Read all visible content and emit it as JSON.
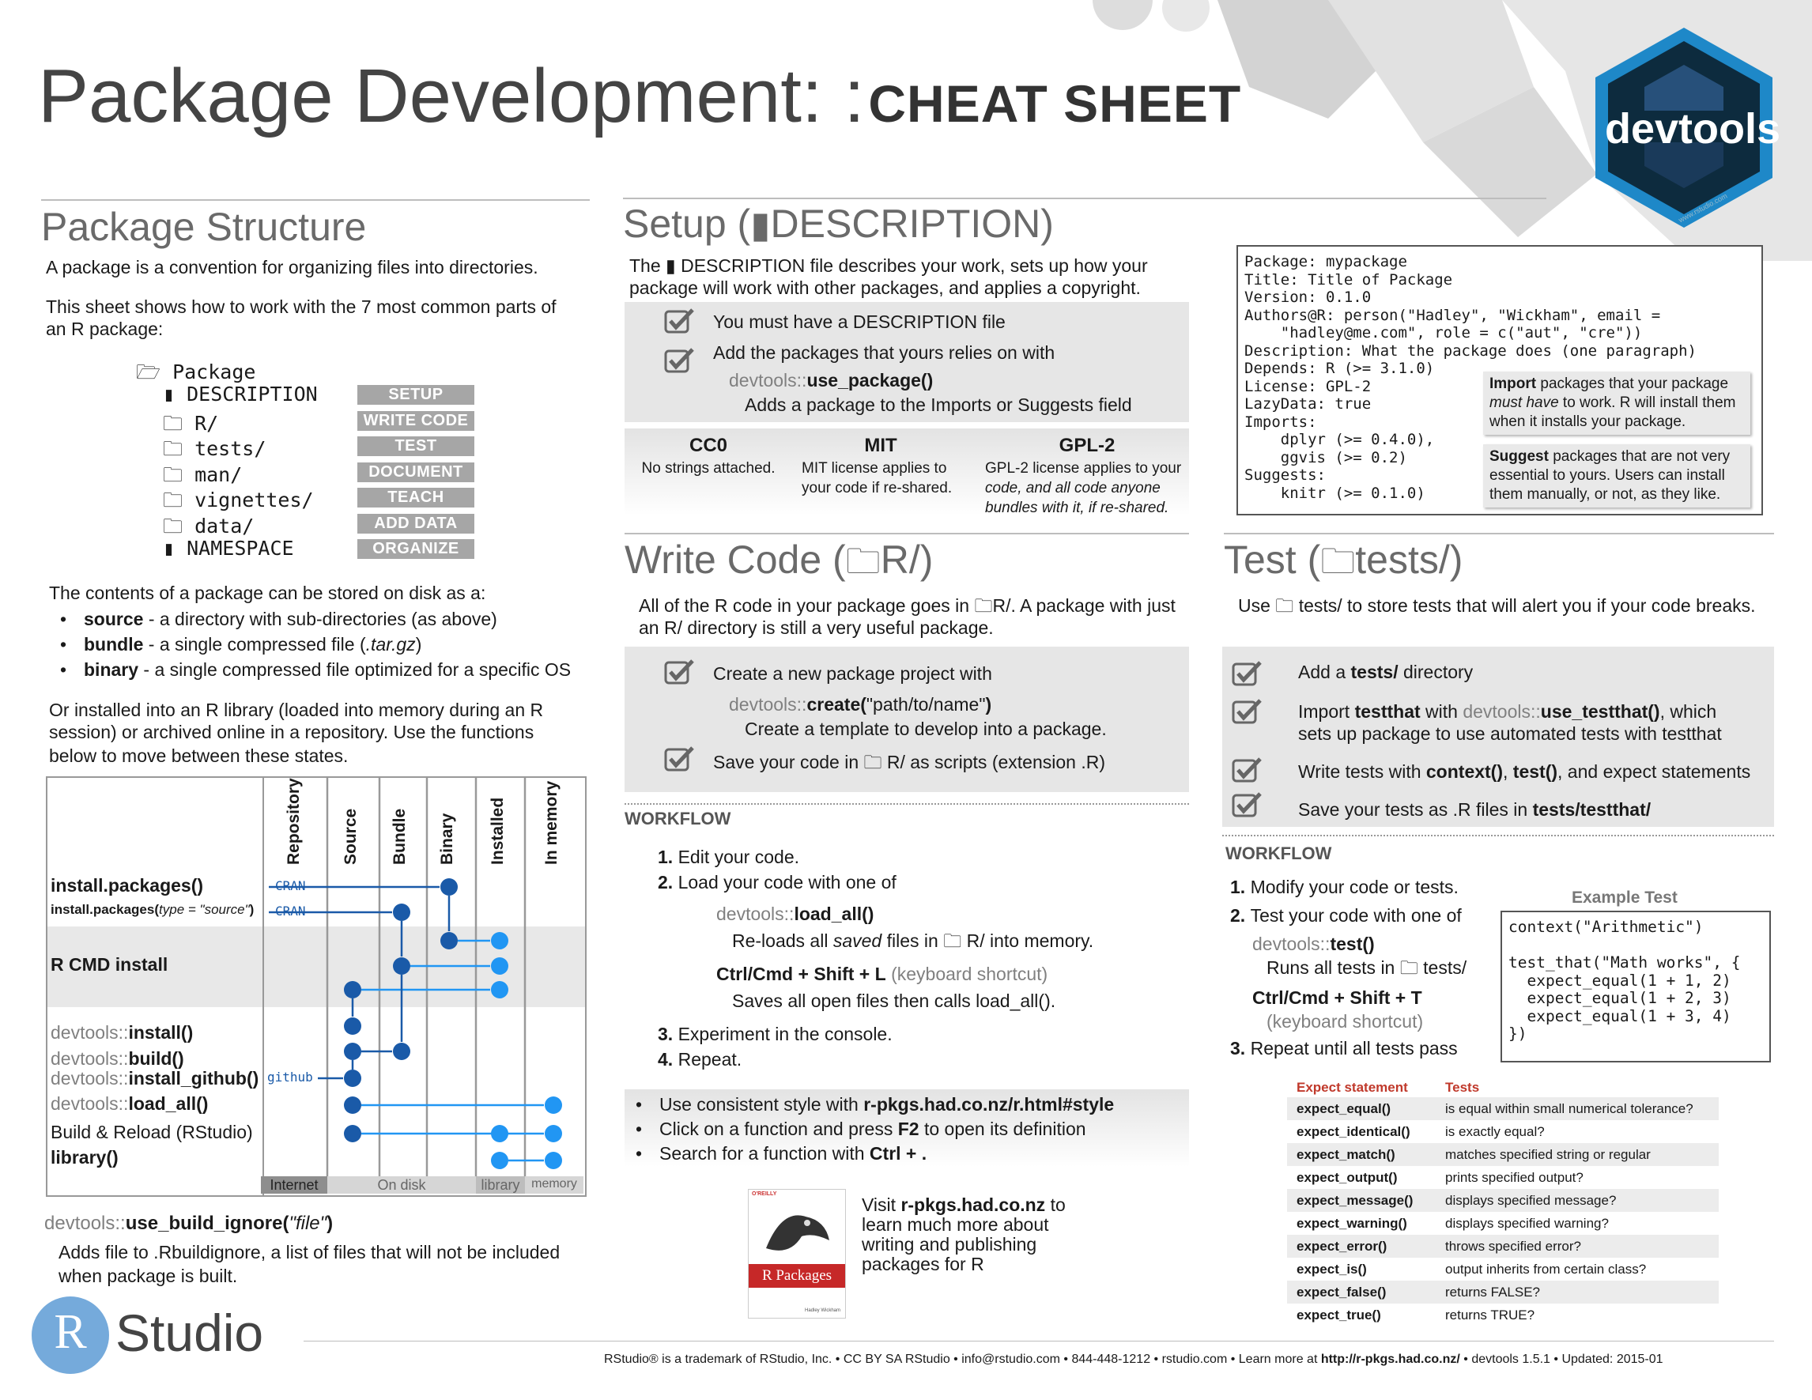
{
  "header": {
    "title_light": "Package Development: :",
    "title_bold": "CHEAT SHEET",
    "logo_text": "devtools",
    "logo_url": "www.rstudio.com"
  },
  "structure": {
    "title": "Package Structure",
    "p1": "A package is a convention for organizing files into directories.",
    "p2a": "This sheet shows how to work with the 7 most common parts of",
    "p2b": "an R package:",
    "tree_root": "Package",
    "tree": [
      {
        "name": "DESCRIPTION",
        "pill": "SETUP",
        "kind": "file"
      },
      {
        "name": "R/",
        "pill": "WRITE CODE",
        "kind": "folder"
      },
      {
        "name": "tests/",
        "pill": "TEST",
        "kind": "folder"
      },
      {
        "name": "man/",
        "pill": "DOCUMENT",
        "kind": "folder"
      },
      {
        "name": "vignettes/",
        "pill": "TEACH",
        "kind": "folder"
      },
      {
        "name": "data/",
        "pill": "ADD DATA",
        "kind": "folder"
      },
      {
        "name": "NAMESPACE",
        "pill": "ORGANIZE",
        "kind": "file"
      }
    ],
    "states_intro": "The contents of a package can be stored on disk as a:",
    "states": [
      {
        "term": "source",
        "desc": " - a directory with sub-directories (as above)"
      },
      {
        "term": "bundle",
        "desc": " - a single compressed file (",
        "ext": ".tar.gz",
        "end": ")"
      },
      {
        "term": "binary",
        "desc": " - a single compressed file optimized for a specific OS"
      }
    ],
    "p3a": "Or installed into an R library (loaded into memory during an R",
    "p3b": "session) or archived online in a repository. Use the functions",
    "p3c": "below to move between these states.",
    "cols": [
      "Repository",
      "Source",
      "Bundle",
      "Binary",
      "Installed",
      "In memory"
    ],
    "rows": [
      {
        "prefix": "",
        "fn": "install.packages()",
        "extra": ""
      },
      {
        "prefix": "",
        "fn": "install.packages(",
        "arg": "type",
        "eq": " = \"source\"",
        "close": ")"
      },
      {
        "prefix": "",
        "fn": "R CMD install"
      },
      {
        "prefix": "devtools::",
        "fn": "install()"
      },
      {
        "prefix": "devtools::",
        "fn": "build()"
      },
      {
        "prefix": "devtools::",
        "fn": "install_github()"
      },
      {
        "prefix": "devtools::",
        "fn": "load_all()"
      },
      {
        "prefix": "Build & Reload (RStudio)",
        "fn": ""
      },
      {
        "prefix": "",
        "fn": "library()"
      }
    ],
    "repo_labels": [
      "CRAN",
      "CRAN",
      "github"
    ],
    "footer_labels": [
      "Internet",
      "On disk",
      "library",
      "memory"
    ],
    "ignore_prefix": "devtools::",
    "ignore_fn": "use_build_ignore(",
    "ignore_arg": "\"file\"",
    "ignore_close": ")",
    "ignore_desc1": "Adds file to .Rbuildignore, a list of files that will not be included",
    "ignore_desc2": "when package is built."
  },
  "setup": {
    "title_a": "Setup (",
    "title_b": "DESCRIPTION)",
    "intro_a": "The",
    "intro_b": "DESCRIPTION file describes your work,  sets up how your",
    "intro_c": "package will work with other packages, and applies a copyright.",
    "check1": "You must have a DESCRIPTION file",
    "check2": "Add the packages that yours relies on with",
    "fn_prefix": "devtools::",
    "fn": "use_package()",
    "fn_desc": "Adds a package to the Imports or Suggests field",
    "licenses": [
      {
        "name": "CC0",
        "l1": "No strings attached.",
        "l2": "",
        "l3": ""
      },
      {
        "name": "MIT",
        "l1": "MIT license applies to",
        "l2": "your code if re-shared.",
        "l3": ""
      },
      {
        "name": "GPL-2",
        "l1": "GPL-2 license applies to your",
        "l2": "code, and all code anyone",
        "l3": "bundles with it, if re-shared."
      }
    ],
    "code": [
      "Package: mypackage",
      "Title: Title of Package",
      "Version: 0.1.0",
      "Authors@R: person(\"Hadley\", \"Wickham\", email =",
      "    \"hadley@me.com\", role = c(\"aut\", \"cre\"))",
      "Description: What the package does (one paragraph)",
      "Depends: R (>= 3.1.0)",
      "License: GPL-2",
      "LazyData: true",
      "Imports:",
      "    dplyr (>= 0.4.0),",
      "    ggvis (>= 0.2)",
      "Suggests:",
      "    knitr (>= 0.1.0)"
    ],
    "note1_b": "Import",
    "note1_a": " packages that your package",
    "note1_i": "must have",
    "note1_c": " to work. R will install them",
    "note1_d": "when it installs your package.",
    "note2_b": "Suggest",
    "note2_a": " packages that are not very",
    "note2_c": "essential to yours. Users can install",
    "note2_d": "them manually, or not, as they like."
  },
  "write": {
    "title_a": "Write Code (",
    "title_b": "R/)",
    "intro_a": "All of the R code in your package goes in",
    "intro_b": "R/. A package with just",
    "intro_c": "an R/ directory is still a very useful package.",
    "check1": "Create a new package project with",
    "fn_prefix": "devtools::",
    "fn": "create(",
    "fn_arg": "\"path/to/name\"",
    "fn_close": ")",
    "fn_desc": "Create a template to develop into a package.",
    "check2a": "Save your code in",
    "check2b": "R/ as scripts (extension .R)",
    "workflow": "WORKFLOW",
    "steps": [
      "Edit your code.",
      "Load your code with one of"
    ],
    "load_prefix": "devtools::",
    "load_fn": "load_all()",
    "load_desc_a": "Re-loads all ",
    "load_desc_i": "saved",
    "load_desc_b": " files in",
    "load_desc_c": "R/ into memory.",
    "shortcut": "Ctrl/Cmd + Shift + L",
    "shortcut_note": "(keyboard shortcut)",
    "shortcut_desc": "Saves all open files then calls load_all().",
    "steps2": [
      "Experiment in the console.",
      "Repeat."
    ],
    "tips": [
      {
        "a": "Use consistent style with ",
        "b": "r-pkgs.had.co.nz/r.html#style",
        "c": ""
      },
      {
        "a": "Click on a function and press ",
        "b": "F2",
        "c": " to open its definition"
      },
      {
        "a": "Search for a function with ",
        "b": "Ctrl + .",
        "c": ""
      }
    ],
    "book_title": "R Packages",
    "book_pub": "O'REILLY",
    "book_author": "Hadley Wickham",
    "visit_a": "Visit ",
    "visit_b": "r-pkgs.had.co.nz",
    "visit_c": " to",
    "visit_d": "learn much more about",
    "visit_e": "writing and publishing",
    "visit_f": "packages for R"
  },
  "test": {
    "title_a": "Test (",
    "title_b": "tests/)",
    "intro_a": "Use",
    "intro_b": "tests/ to store tests that will alert you if your code breaks.",
    "c1a": "Add a ",
    "c1b": "tests/",
    "c1c": " directory",
    "c2a": "Import ",
    "c2b": "testthat",
    "c2c": " with ",
    "c2d": "devtools::",
    "c2e": "use_testthat()",
    "c2f": ", which",
    "c2g": "sets up package to use automated tests with testthat",
    "c3a": "Write tests with ",
    "c3b": "context()",
    "c3c": ", ",
    "c3d": "test()",
    "c3e": ", and expect statements",
    "c4a": "Save your tests as .R files in ",
    "c4b": "tests/testthat/",
    "workflow": "WORKFLOW",
    "s1": "Modify your code or tests.",
    "s2": "Test your code with one of",
    "fn_prefix": "devtools::",
    "fn": "test()",
    "fn_desc_a": "Runs all tests in",
    "fn_desc_b": "tests/",
    "shortcut": "Ctrl/Cmd + Shift + T",
    "shortcut_note": "(keyboard shortcut)",
    "s3": "Repeat until all tests pass",
    "example_title": "Example Test",
    "example_code": [
      "context(\"Arithmetic\")",
      "",
      "test_that(\"Math works\", {",
      "  expect_equal(1 + 1, 2)",
      "  expect_equal(1 + 2, 3)",
      "  expect_equal(1 + 3, 4)",
      "})"
    ],
    "th1": "Expect statement",
    "th2": "Tests",
    "expects": [
      [
        "expect_equal()",
        "is equal within small numerical tolerance?"
      ],
      [
        "expect_identical()",
        "is exactly equal?"
      ],
      [
        "expect_match()",
        "matches specified string or regular"
      ],
      [
        "expect_output()",
        "prints specified output?"
      ],
      [
        "expect_message()",
        "displays specified message?"
      ],
      [
        "expect_warning()",
        "displays specified warning?"
      ],
      [
        "expect_error()",
        "throws specified error?"
      ],
      [
        "expect_is()",
        "output inherits from certain class?"
      ],
      [
        "expect_false()",
        "returns FALSE?"
      ],
      [
        "expect_true()",
        "returns TRUE?"
      ]
    ]
  },
  "footer": {
    "logo_r": "R",
    "logo_studio": "Studio",
    "line_a": "RStudio® is a trademark of RStudio, Inc.  •  CC BY SA  RStudio •  info@rstudio.com  •  844-448-1212 • rstudio.com •  Learn more at ",
    "line_b": "http://r-pkgs.had.co.nz/",
    "line_c": "  •  devtools 1.5.1  •  Updated: 2015-01"
  },
  "colors": {
    "dark_blue": "#1a5aa8",
    "light_blue": "#2196f3",
    "accent_red": "#c0392b",
    "logo_hex": "#0d2b3e",
    "logo_ring": "#1e88c8"
  }
}
